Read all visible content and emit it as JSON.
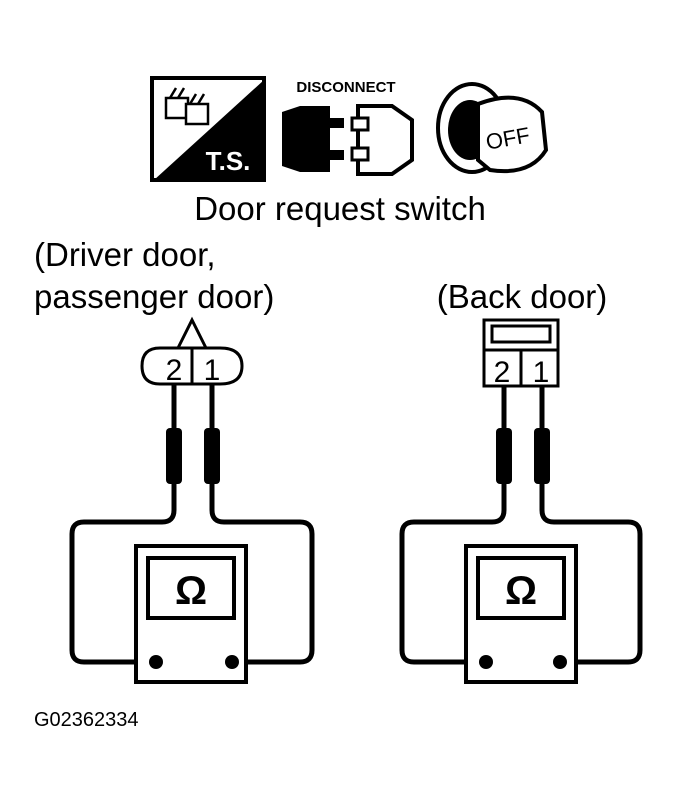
{
  "icons": {
    "ts_label": "T.S.",
    "disconnect_label": "DISCONNECT",
    "key_label": "OFF"
  },
  "title": "Door request switch",
  "left_label_line1": "(Driver door,",
  "left_label_line2": "passenger door)",
  "right_label": "(Back door)",
  "left_connector": {
    "terminal_a": "2",
    "terminal_b": "1"
  },
  "right_connector": {
    "terminal_a": "2",
    "terminal_b": "1"
  },
  "meter_symbol": "Ω",
  "figure_id": "G02362334"
}
